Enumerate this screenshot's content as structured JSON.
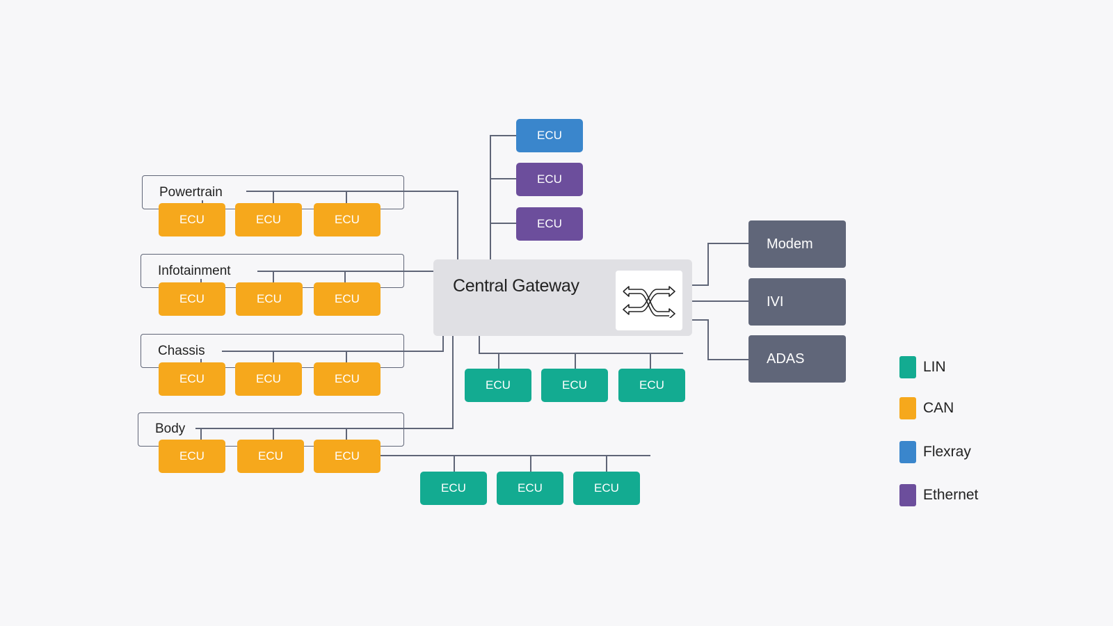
{
  "ecu_label": "ECU",
  "domains": [
    {
      "name": "Powertrain"
    },
    {
      "name": "Infotainment"
    },
    {
      "name": "Chassis"
    },
    {
      "name": "Body"
    }
  ],
  "gateway": {
    "title": "Central Gateway"
  },
  "devices": [
    {
      "label": "Modem"
    },
    {
      "label": "IVI"
    },
    {
      "label": "ADAS"
    }
  ],
  "legend": [
    {
      "label": "LIN",
      "color": "#13ab91"
    },
    {
      "label": "CAN",
      "color": "#f6a81c"
    },
    {
      "label": "Flexray",
      "color": "#3a86cc"
    },
    {
      "label": "Ethernet",
      "color": "#6c4e9c"
    }
  ]
}
